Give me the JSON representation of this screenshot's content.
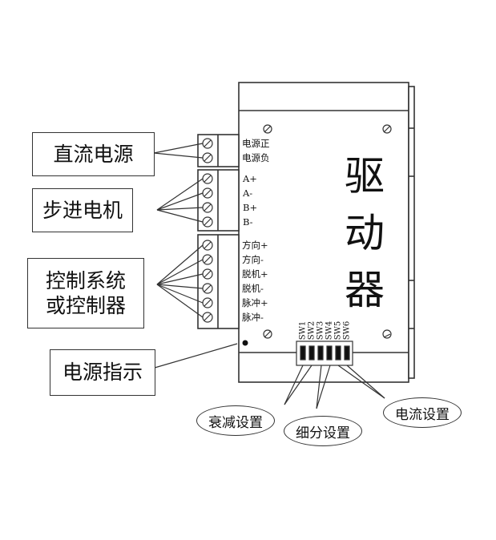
{
  "labels": {
    "dc_power": "直流电源",
    "stepper_motor": "步进电机",
    "control_line1": "控制系统",
    "control_line2": "或控制器",
    "power_indicator": "电源指示"
  },
  "terminals": {
    "power_pos": "电源正",
    "power_neg": "电源负",
    "a_plus": "A+",
    "a_minus": "A-",
    "b_plus": "B+",
    "b_minus": "B-",
    "dir_plus": "方向+",
    "dir_minus": "方向-",
    "ena_plus": "脱机+",
    "ena_minus": "脱机-",
    "pul_plus": "脉冲+",
    "pul_minus": "脉冲-"
  },
  "title": [
    "驱",
    "动",
    "器"
  ],
  "switches": [
    "SW1",
    "SW2",
    "SW3",
    "SW4",
    "SW5",
    "SW6"
  ],
  "settings": {
    "decay": "衰减设置",
    "microstep": "细分设置",
    "current": "电流设置"
  }
}
